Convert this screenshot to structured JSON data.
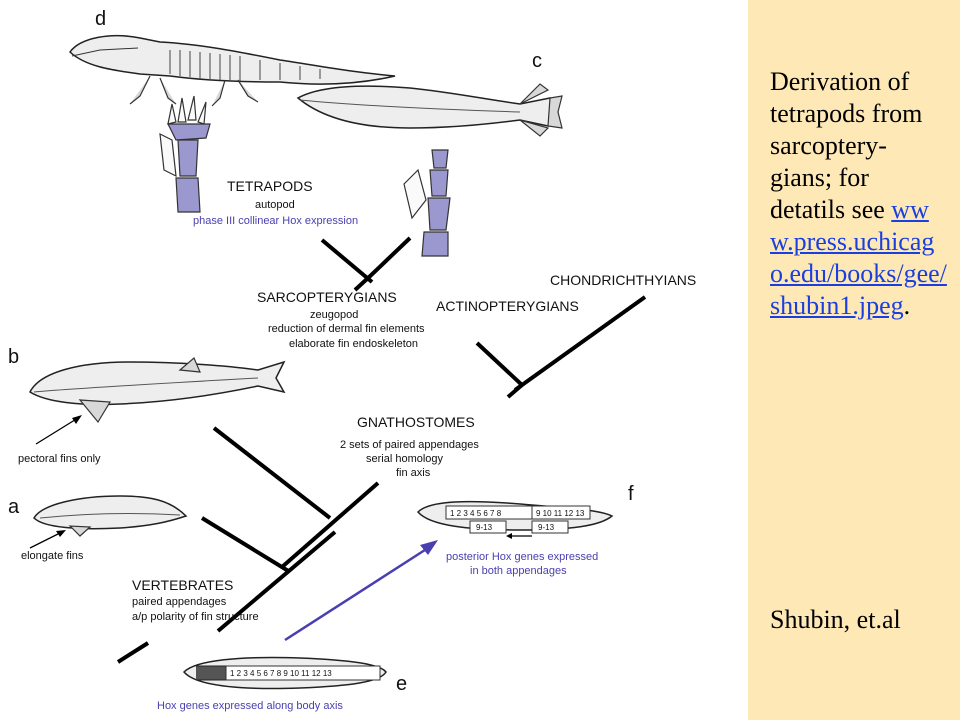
{
  "letters": {
    "a": "a",
    "b": "b",
    "c": "c",
    "d": "d",
    "e": "e",
    "f": "f"
  },
  "tetrapods": {
    "title": "TETRAPODS",
    "line1": "autopod",
    "line2": "phase III collinear Hox expression"
  },
  "sarcopterygians": {
    "title": "SARCOPTERYGIANS",
    "line1": "zeugopod",
    "line2": "reduction of dermal fin elements",
    "line3": "elaborate fin endoskeleton"
  },
  "actinopterygians": {
    "title": "ACTINOPTERYGIANS"
  },
  "chondrichthyians": {
    "title": "CHONDRICHTHYIANS"
  },
  "gnathostomes": {
    "title": "GNATHOSTOMES",
    "line1": "2 sets of paired appendages",
    "line2": "serial  homology",
    "line3": "fin axis"
  },
  "vertebrates": {
    "title": "VERTEBRATES",
    "line1": "paired appendages",
    "line2": "a/p polarity of fin structure"
  },
  "captions": {
    "pectoral": "pectoral fins only",
    "elongate": "elongate fins",
    "posterior1": "posterior Hox genes expressed",
    "posterior2": "in both appendages",
    "hox_axis": "Hox genes expressed along body axis"
  },
  "gene_labels": {
    "e_row": "1 2 3 4 5 6 7 8 9 10 11 12 13",
    "f_row_left": "1 2 3 4 5 6 7 8",
    "f_row_right": "9 10 11 12 13",
    "f_sub_left": "9-13",
    "f_sub_right": "9-13"
  },
  "sidebar": {
    "text_before": "Derivation of tetrapods from sarcoptery-gians; for detatils see ",
    "link_text": "www.press.uchicago.edu/books/gee/shubin1.jpeg",
    "text_after": ".",
    "credit": "Shubin, et.al"
  },
  "colors": {
    "sidebar_bg": "#fde8b6",
    "purple": "#9b97cf",
    "arrow": "#4a3fb0",
    "link": "#1a3fe0"
  }
}
